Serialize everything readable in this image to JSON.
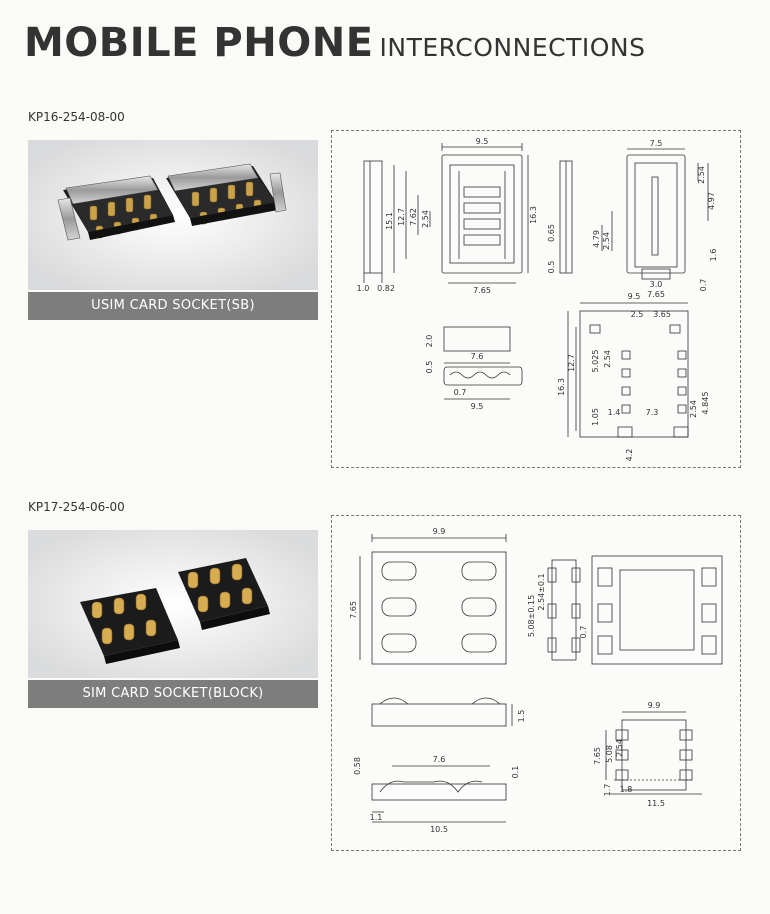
{
  "header": {
    "title": "MOBILE PHONE",
    "subtitle": "INTERCONNECTIONS"
  },
  "products": [
    {
      "part_number": "KP16-254-08-00",
      "caption": "USIM CARD SOCKET(SB)",
      "dims": {
        "top_w": "9.5",
        "h_151": "15.1",
        "h_127": "12.7",
        "h_762": "7.62",
        "h_254": "2.54",
        "h_163": "16.3",
        "w_765": "7.65",
        "w_10": "1.0",
        "w_082": "0.82",
        "s_065": "0.65",
        "s_05": "0.5",
        "r_75": "7.5",
        "r_254": "2.54",
        "r_497": "4.97",
        "r_479": "4.79",
        "r_254b": "2.54",
        "r_16": "1.6",
        "r_30": "3.0",
        "r_07": "0.7",
        "r_765": "7.65",
        "b_20": "2.0",
        "b_76": "7.6",
        "b_05": "0.5",
        "b_07": "0.7",
        "b_95": "9.5",
        "p_95": "9.5",
        "p_25": "2.5",
        "p_365": "3.65",
        "p_163": "16.3",
        "p_127": "12.7",
        "p_5025": "5.025",
        "p_254": "2.54",
        "p_105": "1.05",
        "p_14": "1.4",
        "p_73": "7.3",
        "p_254b": "2.54",
        "p_4845": "4.845",
        "p_42": "4.2"
      }
    },
    {
      "part_number": "KP17-254-06-00",
      "caption": "SIM CARD SOCKET(BLOCK)",
      "dims": {
        "t_99": "9.9",
        "t_765": "7.65",
        "t_508": "5.08±0.15",
        "t_254": "2.54±0.1",
        "t_07": "0.7",
        "s_15": "1.5",
        "s_76": "7.6",
        "s_058": "0.58",
        "s_01": "0.1",
        "s_11": "1.1",
        "s_105": "10.5",
        "p_99": "9.9",
        "p_765": "7.65",
        "p_508": "5.08",
        "p_254": "2.54",
        "p_17": "1.7",
        "p_18": "1.8",
        "p_115": "11.5"
      }
    }
  ]
}
